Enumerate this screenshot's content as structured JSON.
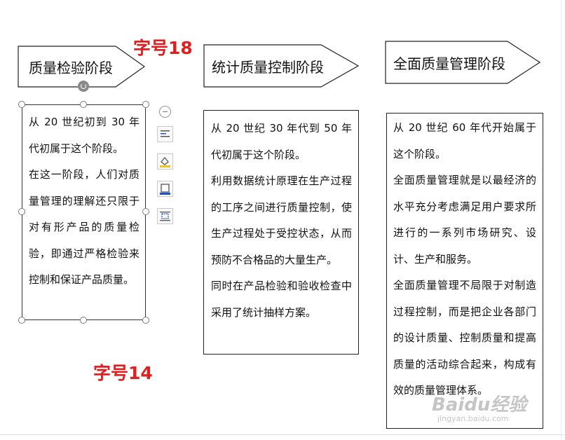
{
  "stages": [
    {
      "title": "质量检验阶段",
      "paragraphs": [
        "从 20 世纪初到 30 年代初属于这个阶段。",
        "在这一阶段，人们对质量管理的理解还只限于对有形产品的质量检验，即通过严格检验来控制和保证产品质量。"
      ]
    },
    {
      "title": "统计质量控制阶段",
      "paragraphs": [
        "从 20 世纪 30 年代到 50 年代初属于这个阶段。",
        "利用数据统计原理在生产过程的工序之间进行质量控制，使生产过程处于受控状态，从而预防不合格品的大量生产。",
        "同时在产品检验和验收检查中采用了统计抽样方案。"
      ]
    },
    {
      "title": "全面质量管理阶段",
      "paragraphs": [
        "从 20 世纪 60 年代开始属于这个阶段。",
        "全面质量管理就是以最经济的水平充分考虑满足用户要求所进行的一系列市场研究、设计、生产和服务。",
        "全面质量管理不局限于对制造过程控制，而是把企业各部门的设计质量、控制质量和提高质量的活动综合起来，构成有效的质量管理体系。"
      ]
    }
  ],
  "annotations": {
    "title_size": "字号18",
    "body_size": "字号14"
  },
  "watermark": {
    "brand": "Baidu经验",
    "url": "jingyan.baidu.com"
  },
  "colors": {
    "annotation": "#e02020",
    "border": "#222222",
    "handle": "#7a7a7a",
    "toolbar_accent": "#1a56c9"
  },
  "icons": [
    "minus-icon",
    "layout-options-icon",
    "shape-fill-icon",
    "shape-outline-icon",
    "text-wrap-icon"
  ]
}
